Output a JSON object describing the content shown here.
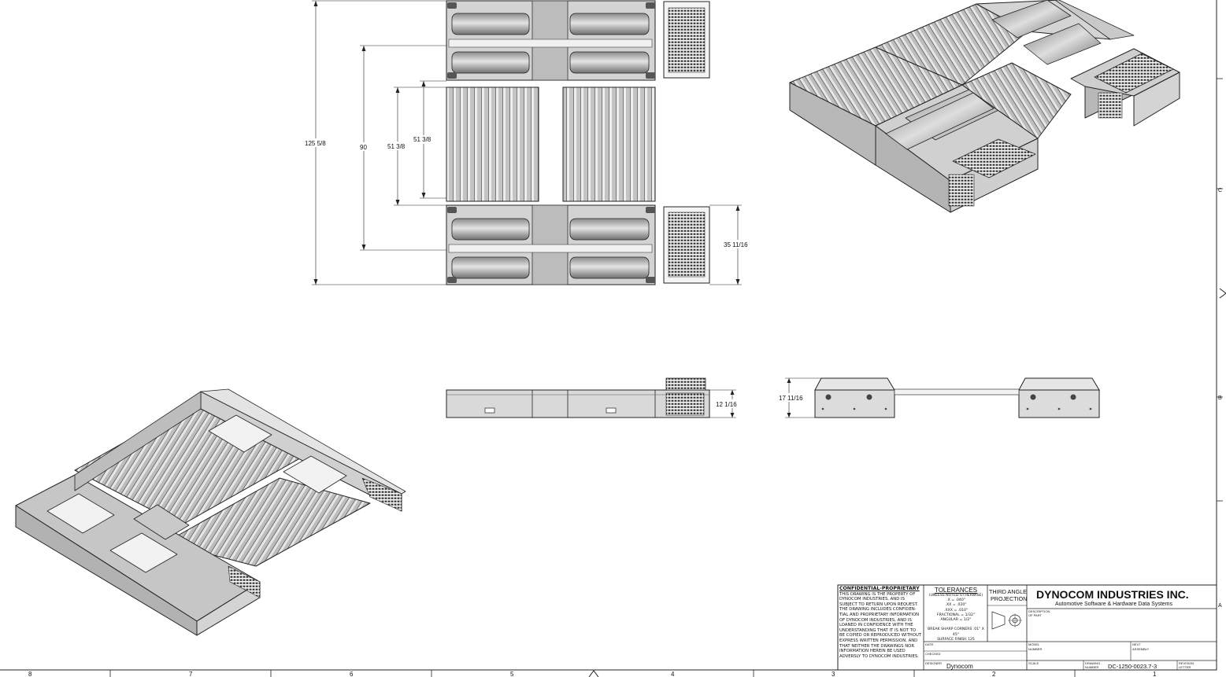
{
  "drawing": {
    "dimensions": {
      "overall_length": "125 5/8",
      "wheelbase_span": "90",
      "roll_section_outer": "51 3/8",
      "roll_section_inner": "51 3/8",
      "module_length": "35 11/16",
      "side_height": "12 1/16",
      "front_height": "17 11/16"
    },
    "border": {
      "columns": [
        "8",
        "7",
        "6",
        "5",
        "4",
        "3",
        "2",
        "1"
      ],
      "rows": [
        "C",
        "B",
        "A"
      ]
    }
  },
  "title_block": {
    "confidential_heading": "CONFIDENTIAL-PROPRIETARY",
    "confidential_lines": [
      "THIS DRAWING IS THE PROPERTY OF",
      "DYNOCOM INDUSTRIES, AND IS",
      "SUBJECT TO RETURN UPON REQUEST.",
      "THE DRAWING INCLUDES CONFIDEN-",
      "TIAL AND PROPRIETARY INFORMATION",
      "OF DYNOCOM INDUSTRIES, AND IS",
      "LOANED IN CONFIDENCE WITH THE",
      "UNDERSTANDING THAT IT IS NOT TO",
      "BE COPIED OR REPRODUCED WITHOUT",
      "EXPRESS WRITTEN PERMISSION, AND",
      "THAT NEITHER THE DRAWINGS NOR",
      "INFORMATION HEREIN BE USED",
      "ADVERSLY TO DYNOCOM INDUSTRIES."
    ],
    "tolerances_heading": "TOLERANCES",
    "tolerances_lines": [
      "(UNLESS NOTED OTHERWISE)",
      ".X = .040\"",
      ".XX = .020\"",
      ".XXX = .010\"",
      "FRACTIONAL = 1/32\"",
      "ANGULAR = 1/2°",
      "",
      "BREAK SHARP CORNERS .01\" X 45°",
      "SURFACE FINISH 125"
    ],
    "projection_line1": "THIRD ANGLE",
    "projection_line2": "PROJECTION",
    "company": "DYNOCOM INDUSTRIES INC.",
    "tagline": "Automotive Software & Hardware Data Systems",
    "label_description": "DESCRIPTION",
    "label_of_part": "OF PART",
    "label_model": "MODEL",
    "label_number": "NUMBER",
    "label_next": "NEXT",
    "label_assembly": "ASSEMBLY",
    "label_date": "DATE",
    "label_checked": "CHECKED",
    "label_designer": "DESIGNER",
    "designer": "Dynocom",
    "label_scale": "SCALE",
    "label_drawing": "DRAWING",
    "label_drawing_number": "NUMBER",
    "drawing_number": "DC-1250-0023.7-3",
    "label_revision": "REVISION",
    "label_letter": "LETTER"
  }
}
